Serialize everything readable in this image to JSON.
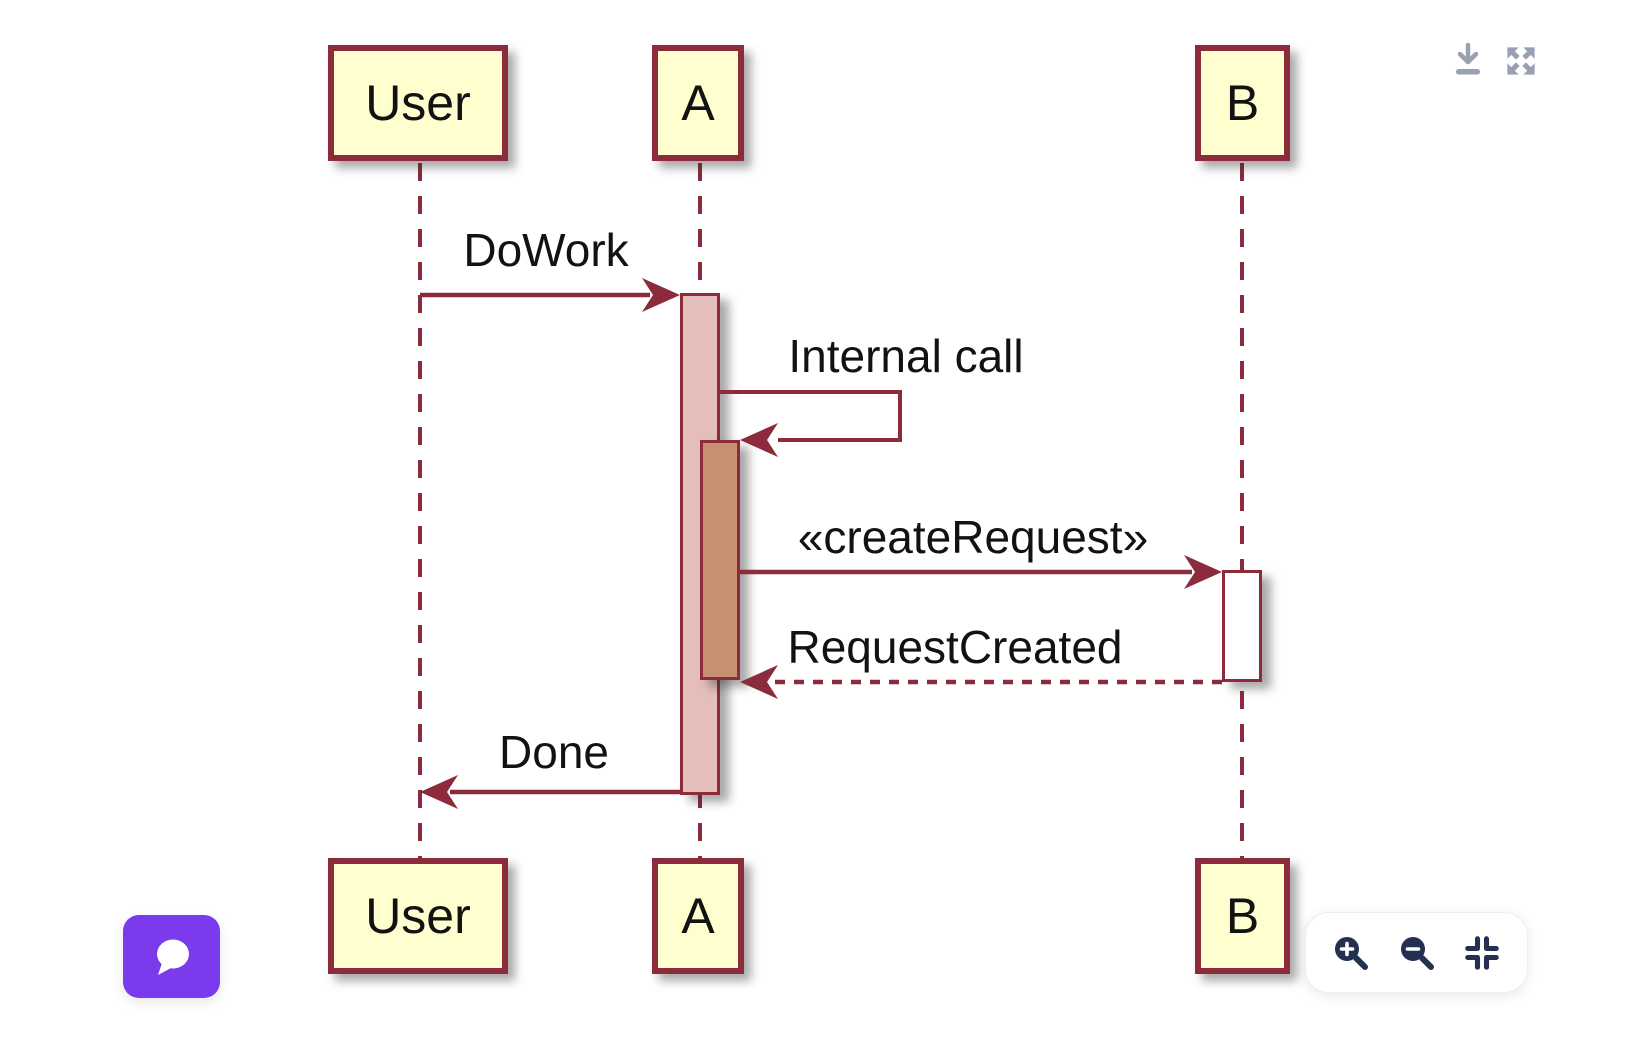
{
  "diagram": {
    "type": "sequence",
    "actors": [
      {
        "name": "User"
      },
      {
        "name": "A"
      },
      {
        "name": "B"
      }
    ],
    "messages": [
      {
        "from": "User",
        "to": "A",
        "label": "DoWork",
        "line": "solid"
      },
      {
        "from": "A",
        "to": "A",
        "label": "Internal call",
        "line": "self"
      },
      {
        "from": "A",
        "to": "B",
        "label": "«createRequest»",
        "line": "solid"
      },
      {
        "from": "B",
        "to": "A",
        "label": "RequestCreated",
        "line": "dashed"
      },
      {
        "from": "A",
        "to": "User",
        "label": "Done",
        "line": "solid"
      }
    ],
    "colors": {
      "stroke_maroon": "#8C2B3C",
      "actor_fill": "#FEFECE",
      "activation_outer": "#E4BEBA",
      "activation_nested": "#C79070",
      "activation_b": "#FFFFFF",
      "text": "#121212"
    }
  },
  "top_toolbar": {
    "icons": [
      "download-icon",
      "fullscreen-icon"
    ],
    "icon_color": "#99A0B0"
  },
  "chat_button": {
    "icon": "chat-bubble-icon",
    "accent_color": "#7C3AED"
  },
  "zoom_controls": {
    "icons": [
      "zoom-in-icon",
      "zoom-out-icon",
      "fit-view-icon"
    ],
    "icon_color": "#23304F"
  }
}
